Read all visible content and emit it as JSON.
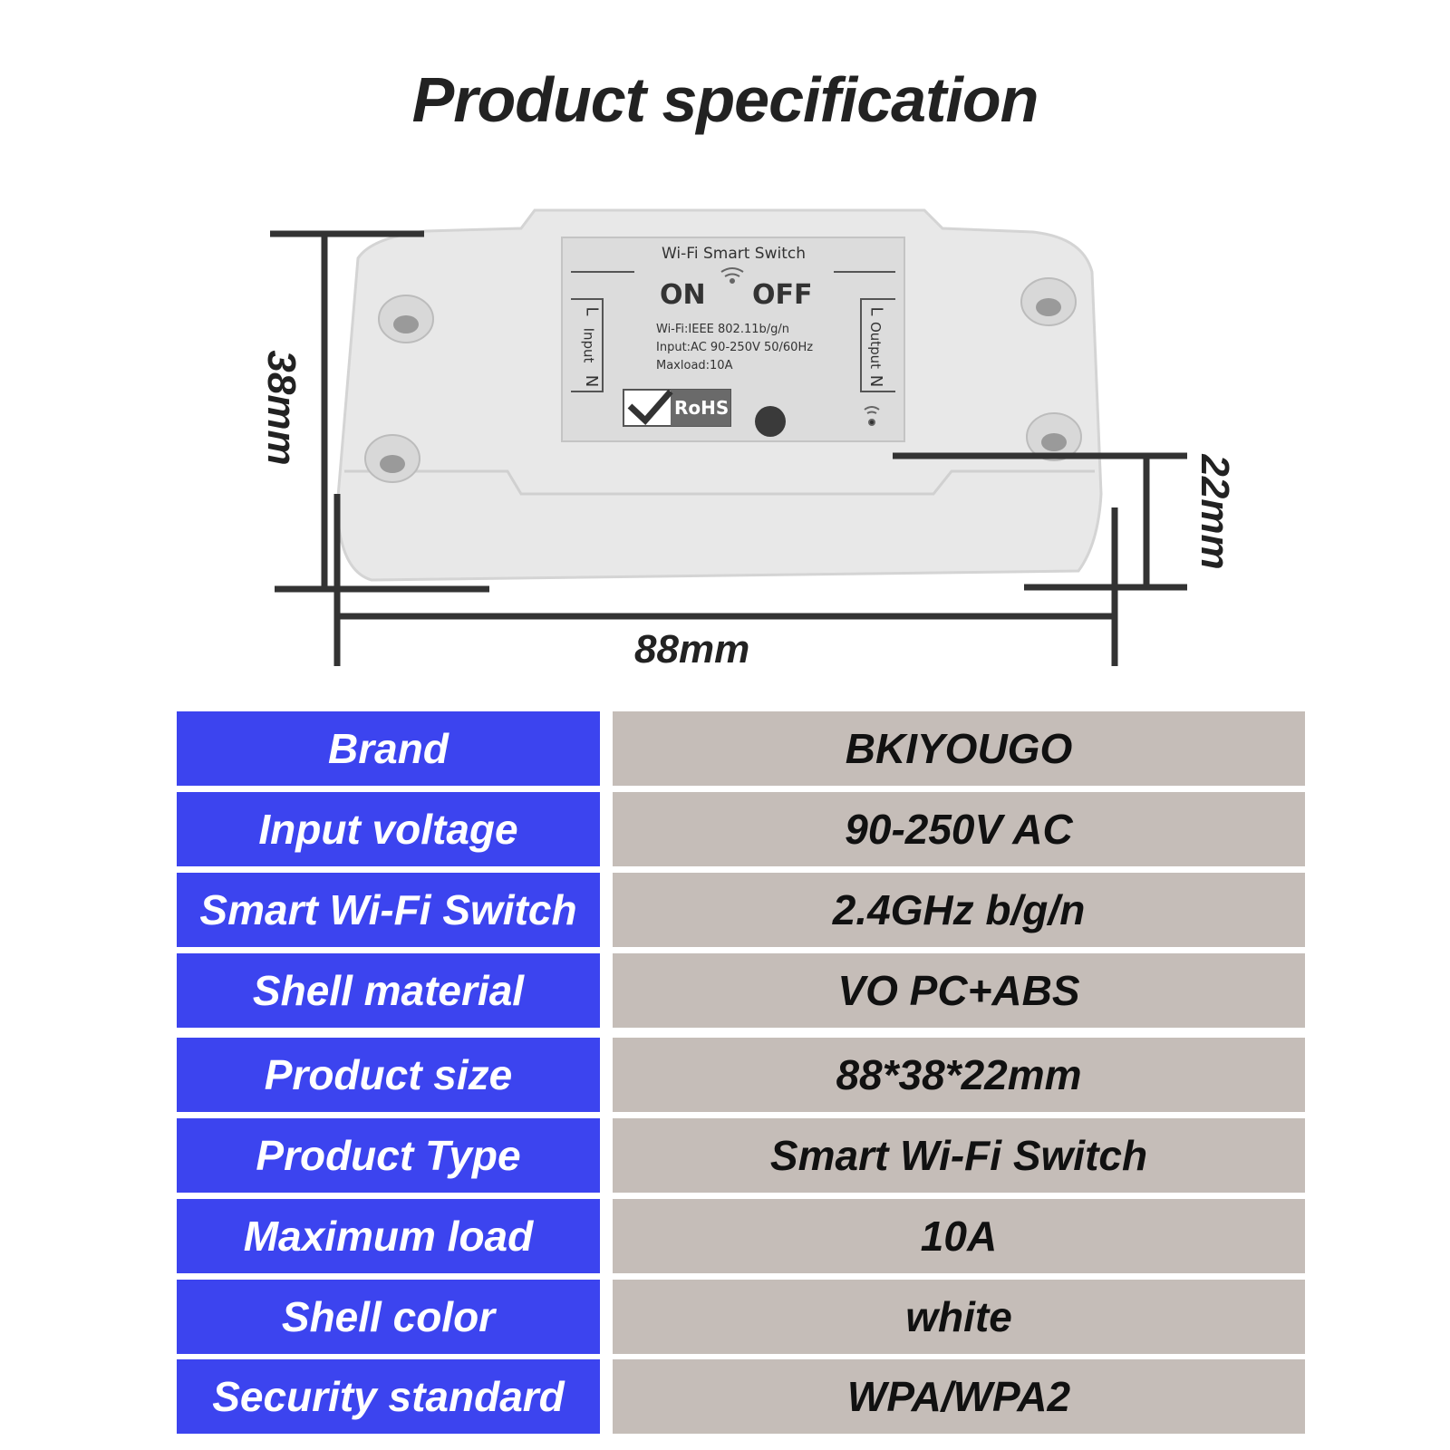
{
  "title": "Product specification",
  "dimensions": {
    "width": "88mm",
    "height": "38mm",
    "depth": "22mm"
  },
  "device_label": {
    "name": "Wi-Fi Smart Switch",
    "on": "ON",
    "off": "OFF",
    "wifi_line": "Wi-Fi:IEEE 802.11b/g/n",
    "input_line": "Input:AC 90-250V 50/60Hz",
    "maxload_line": "Maxload:10A",
    "input_side": "Input",
    "output_side": "Output",
    "l": "L",
    "n": "N",
    "rohs": "RoHS"
  },
  "specs": [
    {
      "key": "Brand",
      "value": "BKIYOUGO"
    },
    {
      "key": "Input voltage",
      "value": "90-250V AC"
    },
    {
      "key": "Smart Wi-Fi Switch",
      "value": "2.4GHz b/g/n"
    },
    {
      "key": "Shell material",
      "value": "VO PC+ABS"
    },
    {
      "key": "Product size",
      "value": "88*38*22mm"
    },
    {
      "key": "Product Type",
      "value": "Smart Wi-Fi Switch"
    },
    {
      "key": "Maximum load",
      "value": "10A"
    },
    {
      "key": "Shell color",
      "value": "white"
    },
    {
      "key": "Security standard",
      "value": "WPA/WPA2"
    }
  ],
  "colors": {
    "key_bg": "#3c44ef",
    "value_bg": "#c5bdb8"
  }
}
